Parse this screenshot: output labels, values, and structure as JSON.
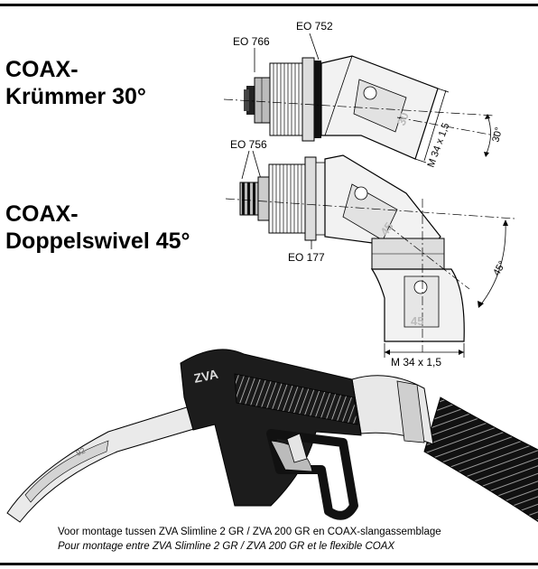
{
  "products": [
    {
      "line1": "COAX-",
      "line2": "Krümmer 30°"
    },
    {
      "line1": "COAX-",
      "line2": "Doppelswivel 45°"
    }
  ],
  "callouts": {
    "eo752": "EO 752",
    "eo766": "EO 766",
    "eo756": "EO 756",
    "eo177": "EO 177",
    "thread_upper": "M 34 x 1,5",
    "thread_lower": "M 34 x 1,5",
    "angle_upper": "30°",
    "angle_lower": "45°"
  },
  "markings": {
    "body_upper": "30",
    "body_lower_a": "45",
    "body_lower_b": "45",
    "brand": "ZVA",
    "spout_mark": "92"
  },
  "captions": {
    "dutch": "Voor montage tussen ZVA Slimline 2 GR / ZVA 200 GR en COAX-slangassemblage",
    "french": "Pour montage entre ZVA Slimline 2 GR / ZVA 200 GR et le flexible COAX"
  }
}
